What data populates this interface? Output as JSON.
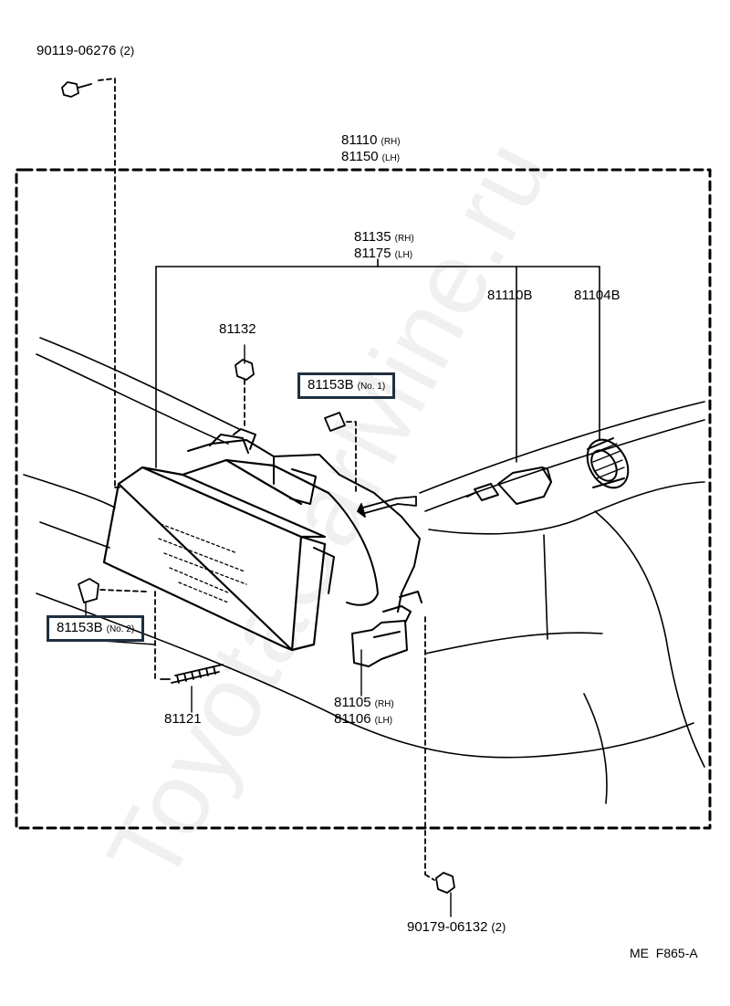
{
  "labels": {
    "bolt_top": {
      "num": "90119-06276",
      "qty": "(2)"
    },
    "assy": {
      "rh": "81110",
      "rh_tag": "(RH)",
      "lh": "81150",
      "lh_tag": "(LH)"
    },
    "unit": {
      "rh": "81135",
      "rh_tag": "(RH)",
      "lh": "81175",
      "lh_tag": "(LH)"
    },
    "socket": "81110B",
    "cap": "81104B",
    "clip": "81132",
    "nut1": {
      "num": "81153B",
      "tag": "(No. 1)"
    },
    "nut2": {
      "num": "81153B",
      "tag": "(No. 2)"
    },
    "spring": "81121",
    "bracket": {
      "rh": "81105",
      "rh_tag": "(RH)",
      "lh": "81106",
      "lh_tag": "(LH)"
    },
    "nut_bottom": {
      "num": "90179-06132",
      "qty": "(2)"
    },
    "footer": "ME  F865-A"
  },
  "watermark": "ToyotaCarMine.ru",
  "colors": {
    "ink": "#000000",
    "highlight_box": "#1f2f3f",
    "watermark": "#969696"
  }
}
